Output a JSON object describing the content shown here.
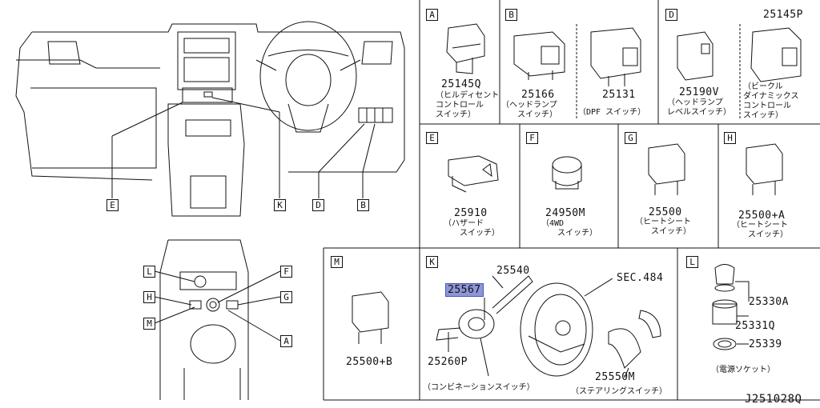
{
  "callouts_main": {
    "E": "E",
    "K": "K",
    "D": "D",
    "B": "B"
  },
  "callouts_console": {
    "L": "L",
    "F": "F",
    "H": "H",
    "G": "G",
    "M": "M",
    "A": "A"
  },
  "panels": {
    "A": {
      "tag": "A",
      "part": "25145Q",
      "desc": "（ヒルディセント\nコントロール\nスイッチ）"
    },
    "B": {
      "tag": "B",
      "part1": "25166",
      "desc1": "（ヘッドランプ\n　　スイッチ）",
      "part2": "25131",
      "desc2": "（DPF スイッチ）"
    },
    "D": {
      "tag": "D",
      "part1": "25190V",
      "desc1": "（ヘッドランプ\nレベルスイッチ）",
      "part2": "25145P",
      "desc2": "（ビークル\nダイナミックス\nコントロール\nスイッチ）"
    },
    "E": {
      "tag": "E",
      "part": "25910",
      "desc": "（ハザード\n　　スイッチ）"
    },
    "F": {
      "tag": "F",
      "part": "24950M",
      "desc": "（4WD\n　　スイッチ）"
    },
    "G": {
      "tag": "G",
      "part": "25500",
      "desc": "（ヒートシート\n　　スイッチ）"
    },
    "H": {
      "tag": "H",
      "part": "25500+A",
      "desc": "（ヒートシート\n　　スイッチ）"
    },
    "M": {
      "tag": "M",
      "part": "25500+B"
    },
    "K": {
      "tag": "K",
      "p1": "25540",
      "p2": "25567",
      "p3": "SEC.484",
      "p4": "25260P",
      "p5": "25550M",
      "desc1": "（コンビネーションスイッチ）",
      "desc2": "（ステアリングスイッチ）"
    },
    "L": {
      "tag": "L",
      "p1": "25330A",
      "p2": "25331Q",
      "p3": "25339",
      "desc": "（電源ソケット）"
    }
  },
  "footer_code": "J251028Q",
  "colors": {
    "highlight": "#8e96d8",
    "line": "#111111"
  }
}
